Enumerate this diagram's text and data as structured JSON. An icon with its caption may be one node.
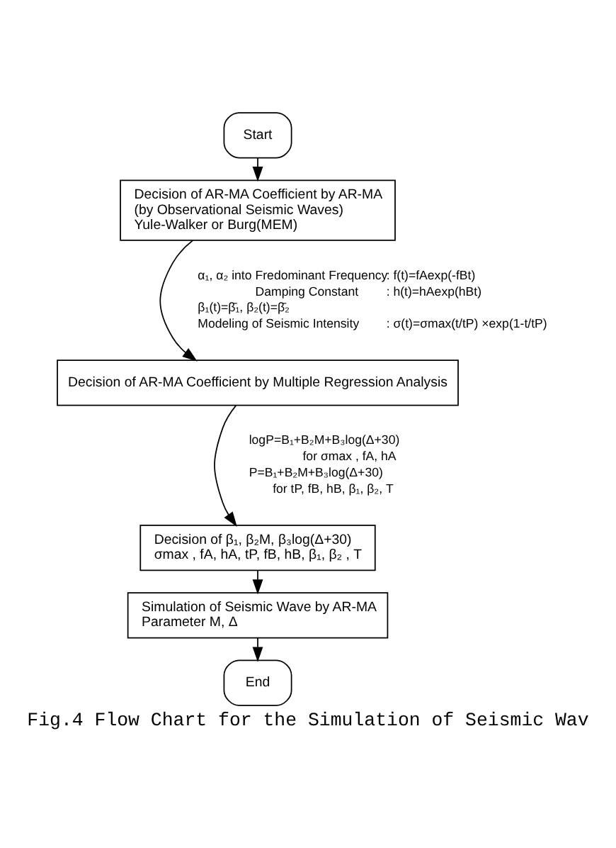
{
  "diagram": {
    "caption": "Fig.4 Flow Chart for the Simulation of Seismic Wav",
    "nodes": [
      {
        "text": [
          "Start"
        ]
      },
      {
        "text": [
          "Decision of AR-MA Coefficient by AR-MA",
          "(by Observational Seismic Waves)",
          "Yule-Walker or Burg(MEM)"
        ]
      },
      {
        "text": [
          "Decision of AR-MA Coefficient by Multiple Regression Analysis"
        ]
      },
      {
        "text": [
          "Decision of β₁, β₂M, β₃log(Δ+30)",
          "σmax , fA, hA, tP, fB, hB, β₁, β₂ , T"
        ]
      },
      {
        "text": [
          "Simulation of Seismic Wave by AR-MA",
          "Parameter M, Δ"
        ]
      },
      {
        "text": [
          "End"
        ]
      }
    ],
    "edges": [
      {
        "from": 0,
        "to": 1,
        "arrow": "to"
      },
      {
        "from": 1,
        "to": 2,
        "arrow": "to"
      },
      {
        "from": 2,
        "to": 3,
        "arrow": "to"
      },
      {
        "from": 3,
        "to": 4,
        "arrow": "to"
      },
      {
        "from": 4,
        "to": 5,
        "arrow": "to"
      }
    ],
    "labels": [
      "α₁, α₂ into",
      "Fredominant Frequency",
      ": f(t)=fAexp(-fBt)",
      "Damping Constant",
      ": h(t)=hAexp(hBt)",
      "β₁(t)=β̄₁, β₂(t)=β̄₂",
      "Modeling of Seismic Intensity",
      ": σ(t)=σmax(t/tP) ×exp(1-t/tP)",
      "logP=B₁+B₂M+B₃log(Δ+30)",
      "for σmax , fA, hA",
      "P=B₁+B₂M+B₃log(Δ+30)",
      "for tP, fB, hB, β₁, β₂, T"
    ]
  }
}
